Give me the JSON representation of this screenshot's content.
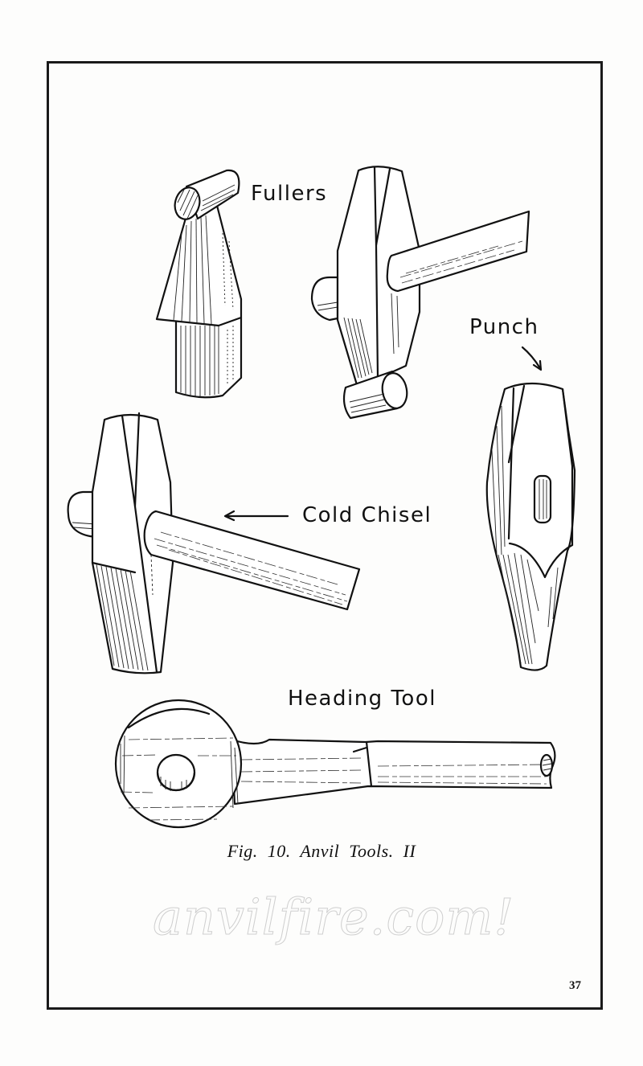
{
  "page": {
    "labels": {
      "fullers": "Fullers",
      "punch": "Punch",
      "cold_chisel": "Cold Chisel",
      "heading_tool": "Heading Tool"
    },
    "caption": "Fig. 10.  Anvil Tools.  II",
    "watermark": "anvilfire.com!",
    "page_number": "37"
  },
  "figure": {
    "number": "10",
    "title": "Anvil Tools. II",
    "illustrations": [
      {
        "name": "bottom-fuller",
        "label": "Fullers"
      },
      {
        "name": "top-fuller",
        "label": "Fullers"
      },
      {
        "name": "punch",
        "label": "Punch"
      },
      {
        "name": "cold-chisel",
        "label": "Cold Chisel"
      },
      {
        "name": "heading-tool",
        "label": "Heading Tool"
      }
    ]
  },
  "colors": {
    "ink": "#111111",
    "paper": "#fdfdfc",
    "watermark_outline": "#cfcfcf"
  }
}
